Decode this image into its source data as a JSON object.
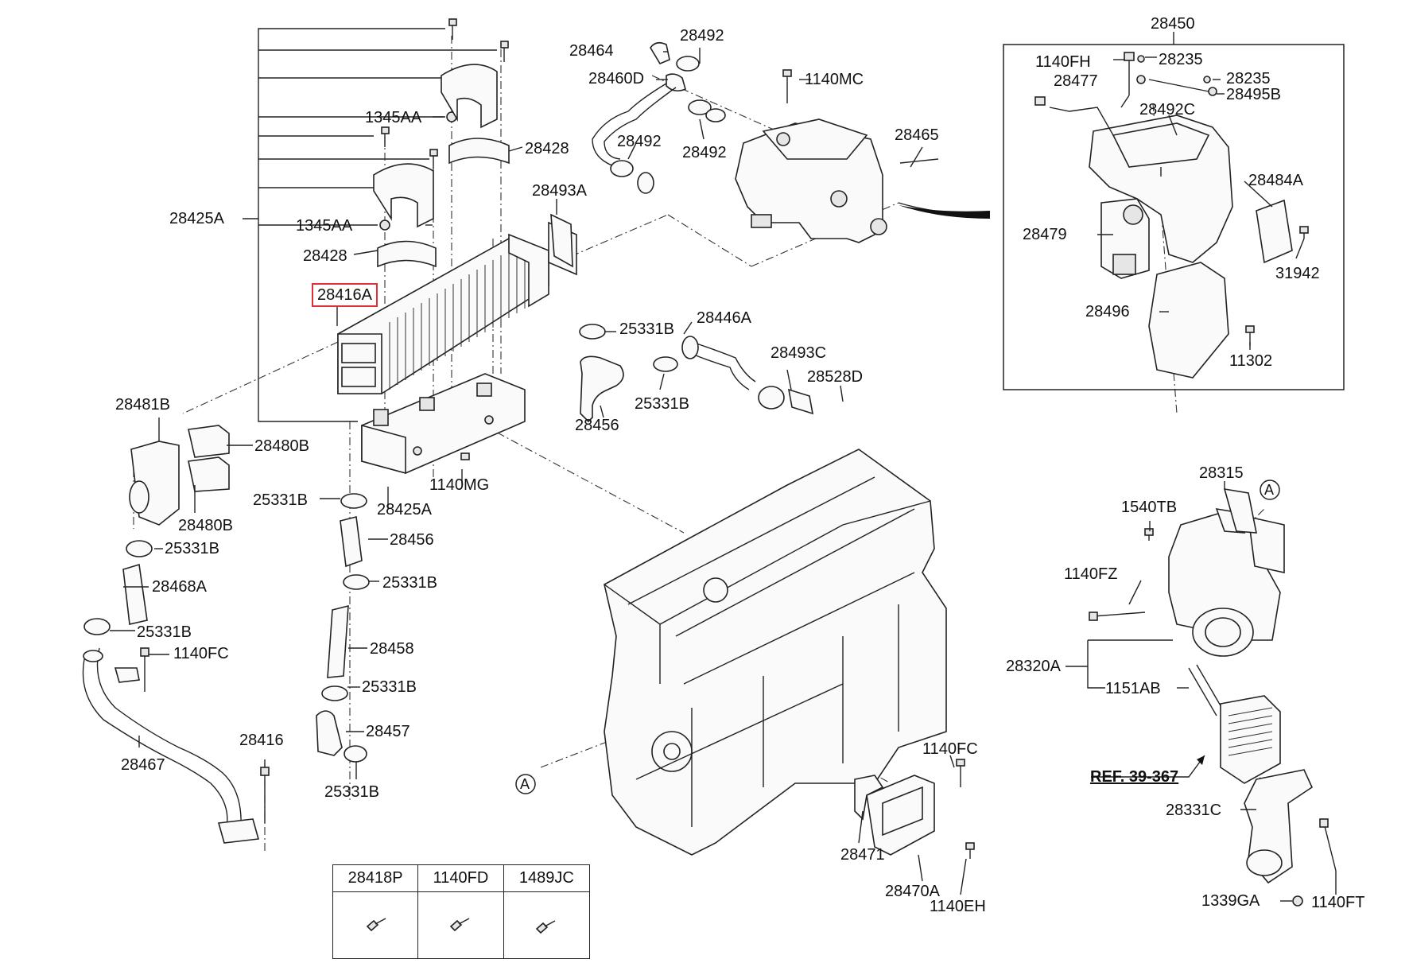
{
  "parts": {
    "p28450": "28450",
    "p28464": "28464",
    "p28492a": "28492",
    "p28460D": "28460D",
    "p1140MC": "1140MC",
    "p28492b": "28492",
    "p28492c": "28492",
    "p1345AA_1": "1345AA",
    "p28428_1": "28428",
    "p28465": "28465",
    "p28493A": "28493A",
    "p28425A_1": "28425A",
    "p1345AA_2": "1345AA",
    "p28428_2": "28428",
    "p28416A": "28416A",
    "p25331B_1": "25331B",
    "p28446A": "28446A",
    "p28493C": "28493C",
    "p28528D": "28528D",
    "p28456_1": "28456",
    "p25331B_2": "25331B",
    "p28481B": "28481B",
    "p28480B_1": "28480B",
    "p28480B_2": "28480B",
    "p1140MG": "1140MG",
    "p25331B_3": "25331B",
    "p28425A_2": "28425A",
    "p25331B_4": "25331B",
    "p28456_2": "28456",
    "p28468A": "28468A",
    "p25331B_5": "25331B",
    "p25331B_6": "25331B",
    "p1140FC_1": "1140FC",
    "p28458": "28458",
    "p25331B_7": "25331B",
    "p28457": "28457",
    "p28416": "28416",
    "p28467": "28467",
    "p25331B_8": "25331B",
    "p1140FH": "1140FH",
    "p28235_1": "28235",
    "p28235_2": "28235",
    "p28477": "28477",
    "p28495B": "28495B",
    "p28492C": "28492C",
    "p28484A": "28484A",
    "p28479": "28479",
    "p31942": "31942",
    "p28496": "28496",
    "p11302": "11302",
    "p28315": "28315",
    "p1540TB": "1540TB",
    "p1140FZ": "1140FZ",
    "p28320A": "28320A",
    "p1151AB": "1151AB",
    "pREF": "REF. 39-367",
    "p28331C": "28331C",
    "p1339GA": "1339GA",
    "p1140FT": "1140FT",
    "p1140FC_2": "1140FC",
    "p28471": "28471",
    "p28470A": "28470A",
    "p1140EH": "1140EH"
  },
  "markers": {
    "a1": "A",
    "a2": "A"
  },
  "table": {
    "headers": [
      "28418P",
      "1140FD",
      "1489JC"
    ]
  }
}
